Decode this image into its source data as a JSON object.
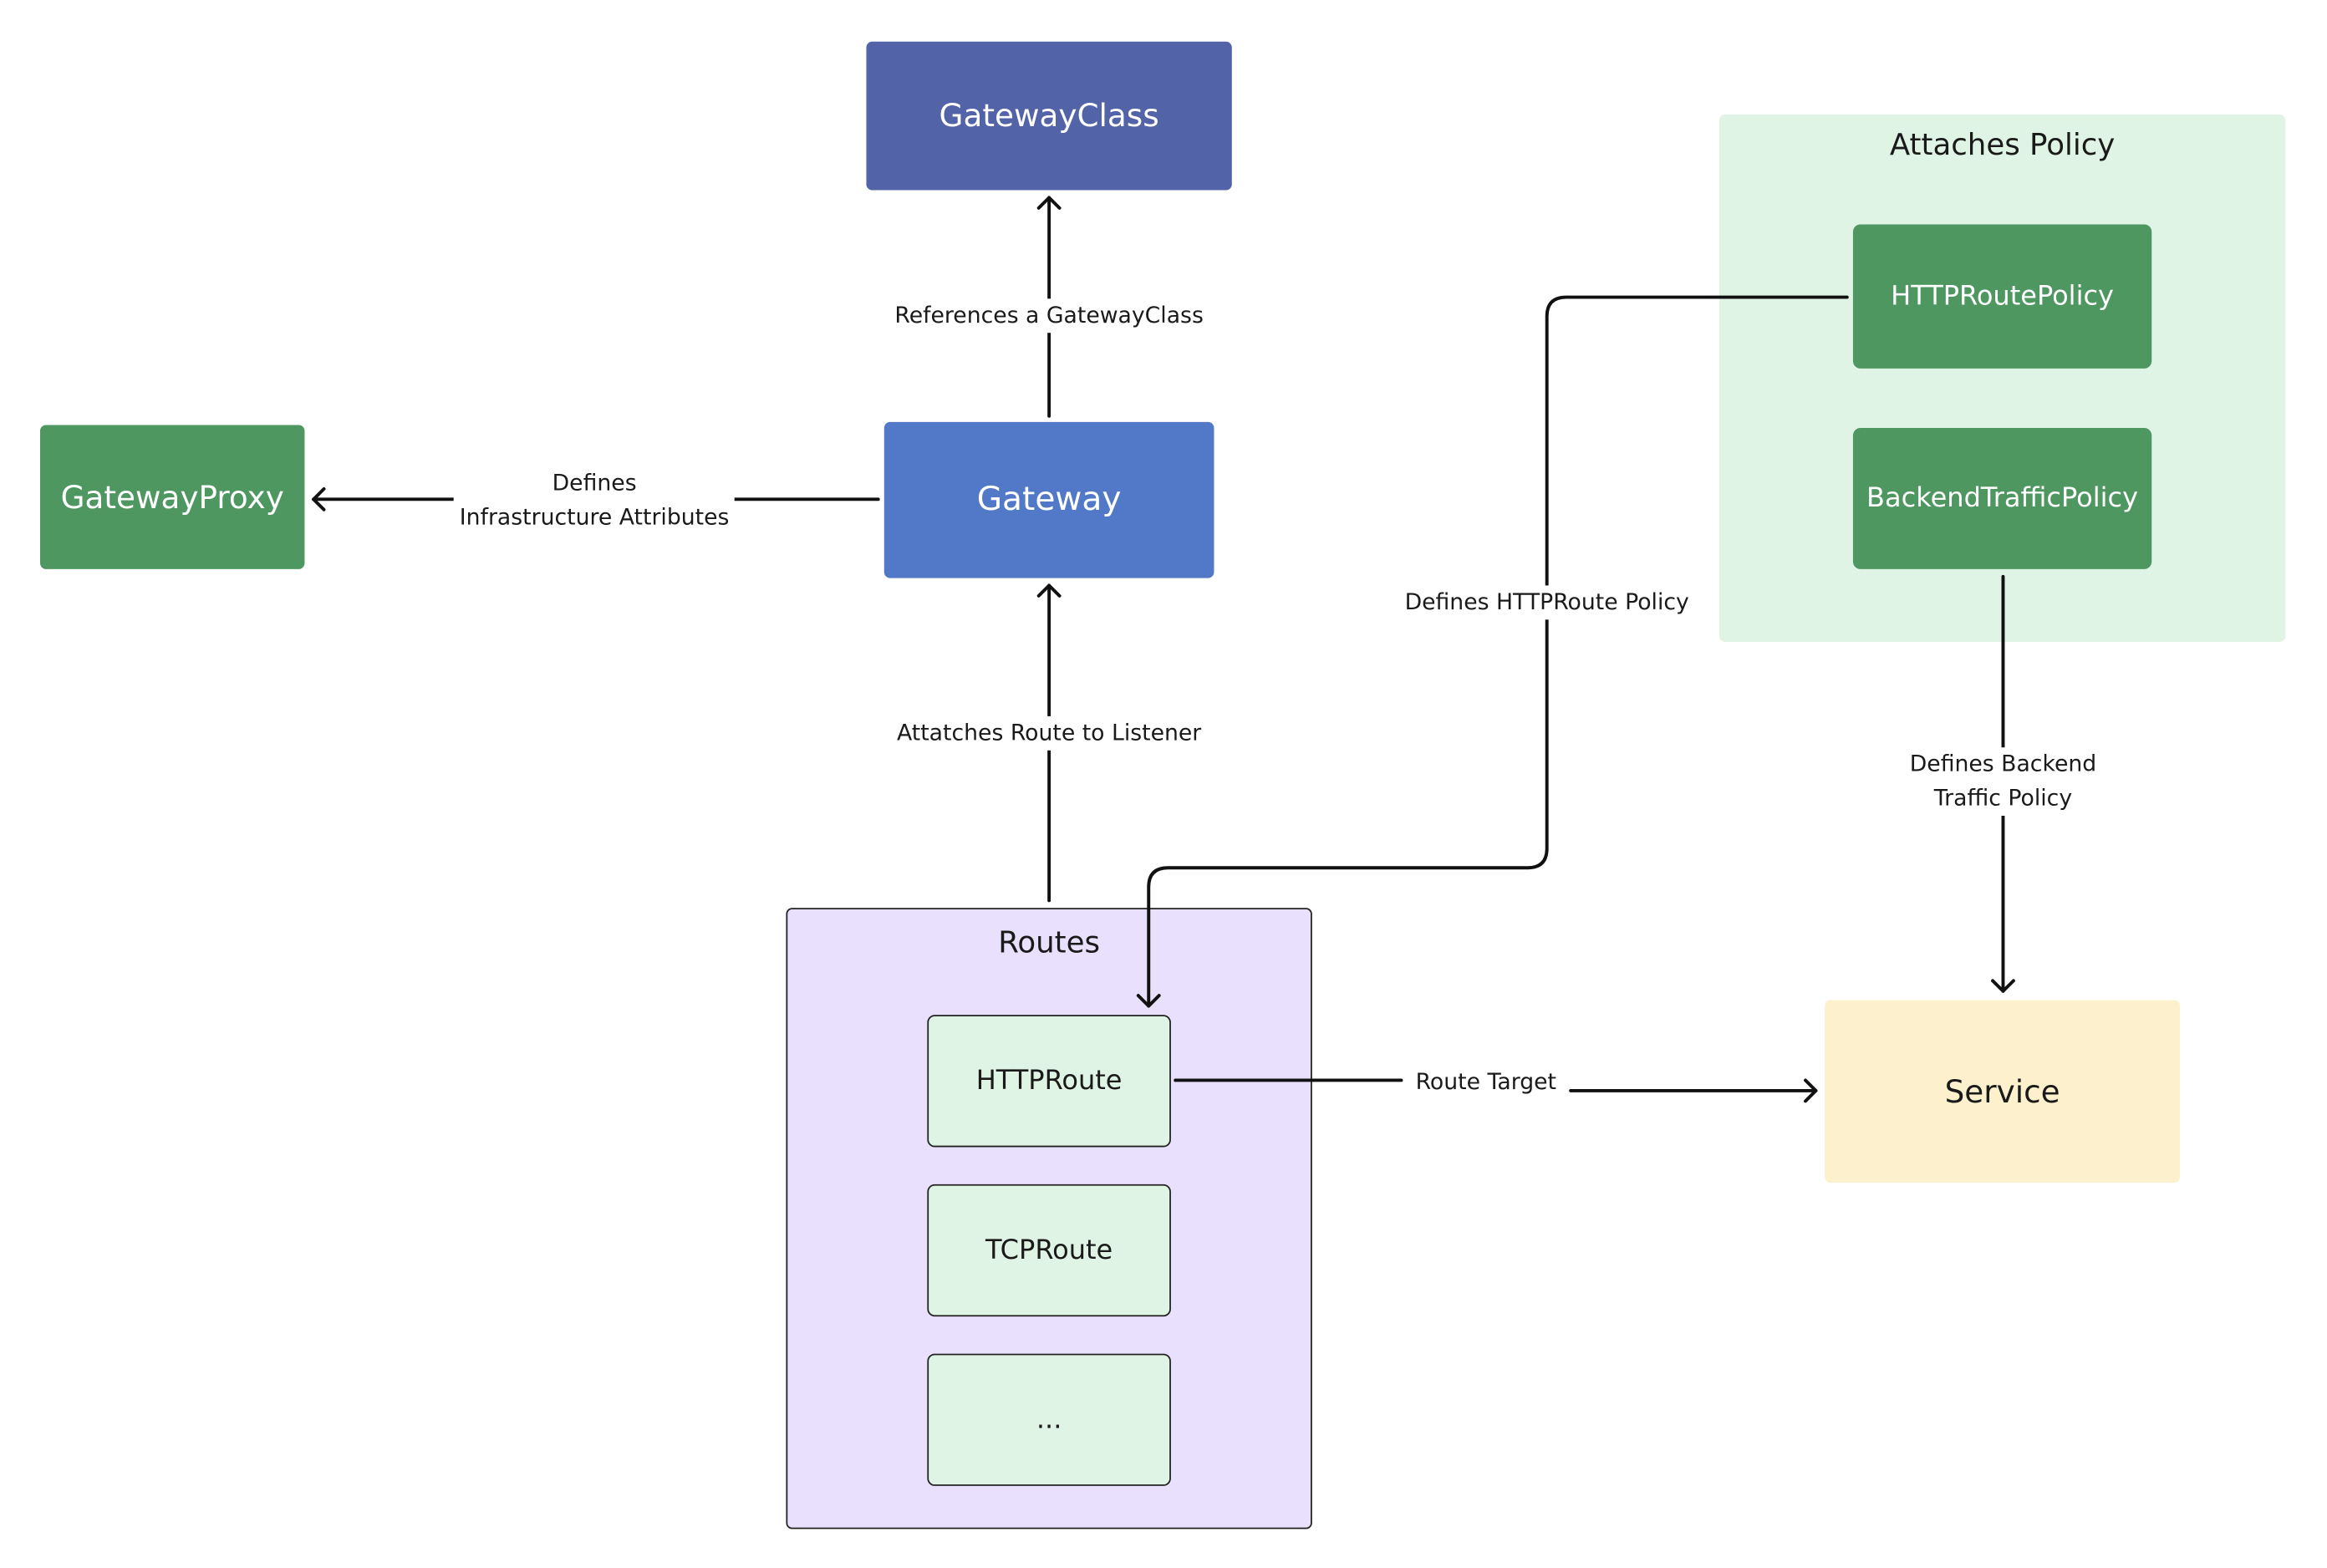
{
  "nodes": {
    "gateway_class": "GatewayClass",
    "gateway": "Gateway",
    "gateway_proxy": "GatewayProxy",
    "routes_group": "Routes",
    "http_route": "HTTPRoute",
    "tcp_route": "TCPRoute",
    "more_routes": "...",
    "policy_group": "Attaches Policy",
    "http_route_policy": "HTTPRoutePolicy",
    "backend_traffic_policy": "BackendTrafficPolicy",
    "service": "Service"
  },
  "edges": {
    "references_gatewayclass": "References a GatewayClass",
    "defines_infra_line1": "Defines",
    "defines_infra_line2": "Infrastructure Attributes",
    "attaches_route": "Attatches Route to Listener",
    "defines_httproute_policy": "Defines HTTPRoute Policy",
    "defines_backend_line1": "Defines Backend",
    "defines_backend_line2": "Traffic Policy",
    "route_target": "Route Target"
  },
  "colors": {
    "gateway_class_fill": "#5263a8",
    "gateway_fill": "#5179c8",
    "green_node_fill": "#4f9761",
    "policy_group_fill": "#dff4e4",
    "routes_group_fill": "#e8e0fc",
    "route_item_fill": "#dff4e4",
    "service_fill": "#fdf0cd",
    "edge_color": "#111111"
  }
}
